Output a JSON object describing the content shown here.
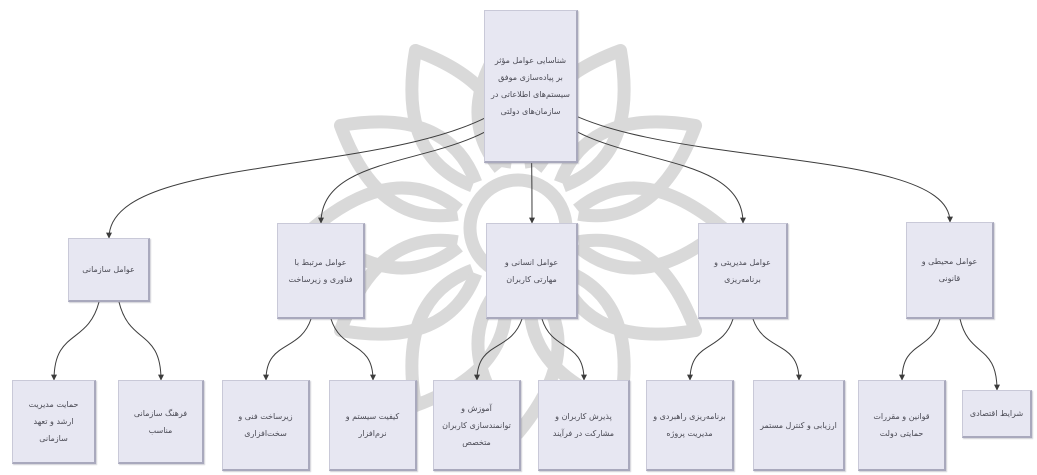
{
  "diagram": {
    "root": {
      "text": "شناسایی عوامل مؤثر بر پیاده‌سازی موفق سیستم‌های اطلاعاتی در سازمان‌های دولتی"
    },
    "branches": [
      {
        "text": "عوامل سازمانی",
        "leaves": [
          "حمایت مدیریت ارشد و تعهد سازمانی",
          "فرهنگ سازمانی مناسب"
        ]
      },
      {
        "text": "عوامل مرتبط با فناوری و زیرساخت",
        "leaves": [
          "زیرساخت فنی و سخت‌افزاری",
          "کیفیت سیستم و نرم‌افزار"
        ]
      },
      {
        "text": "عوامل انسانی و مهارتی کاربران",
        "leaves": [
          "آموزش و توانمندسازی کاربران متخصص",
          "پذیرش کاربران و مشارکت در فرآیند"
        ]
      },
      {
        "text": "عوامل مدیریتی و برنامه‌ریزی",
        "leaves": [
          "برنامه‌ریزی راهبردی و مدیریت پروژه",
          "ارزیابی و کنترل مستمر"
        ]
      },
      {
        "text": "عوامل محیطی و قانونی",
        "leaves": [
          "قوانین و مقررات حمایتی دولت",
          "شرایط اقتصادی"
        ]
      }
    ]
  },
  "colors": {
    "node_fill": "#e7e7f2",
    "node_border": "#a9a9bd",
    "connector": "#3c3c3c",
    "watermark": "#d9d9d9"
  }
}
